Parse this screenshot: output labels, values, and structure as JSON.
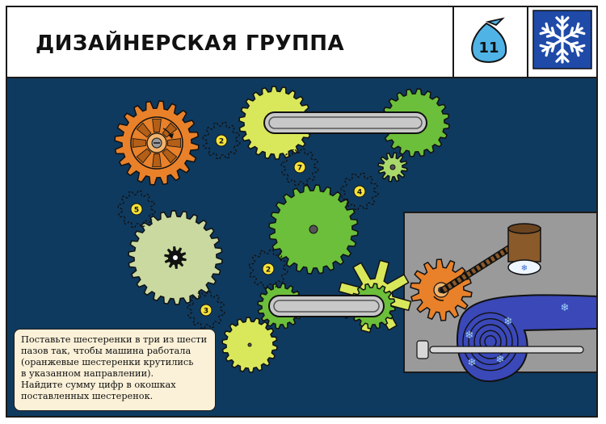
{
  "header": {
    "title": "ДИЗАЙНЕРСКАЯ ГРУППА",
    "puzzle_number": "11",
    "category_icon": "snowflake-icon"
  },
  "board": {
    "empty_slots": [
      {
        "id": "slot-a",
        "number": "2"
      },
      {
        "id": "slot-b",
        "number": "7"
      },
      {
        "id": "slot-c",
        "number": "4"
      },
      {
        "id": "slot-d",
        "number": "5"
      },
      {
        "id": "slot-e",
        "number": "2"
      },
      {
        "id": "slot-f",
        "number": "3"
      }
    ],
    "colors": {
      "background": "#0f3a5f",
      "orange_gear": "#e8812a",
      "yellow_gear": "#d9e85a",
      "green_gear": "#6cbf3a",
      "grey_green_gear": "#c9d9a0",
      "machine": "#9a9a9a",
      "blower": "#3a48b8",
      "number_badge": "#f5e23a",
      "number_bag": "#4fb3e6"
    }
  },
  "instructions": {
    "lines": [
      "Поставьте шестеренки в три из шести",
      "пазов так, чтобы машина работала",
      "(оранжевые шестеренки крутились",
      "в указанном направлении).",
      "Найдите сумму цифр в окошках",
      "поставленных шестеренок."
    ]
  }
}
